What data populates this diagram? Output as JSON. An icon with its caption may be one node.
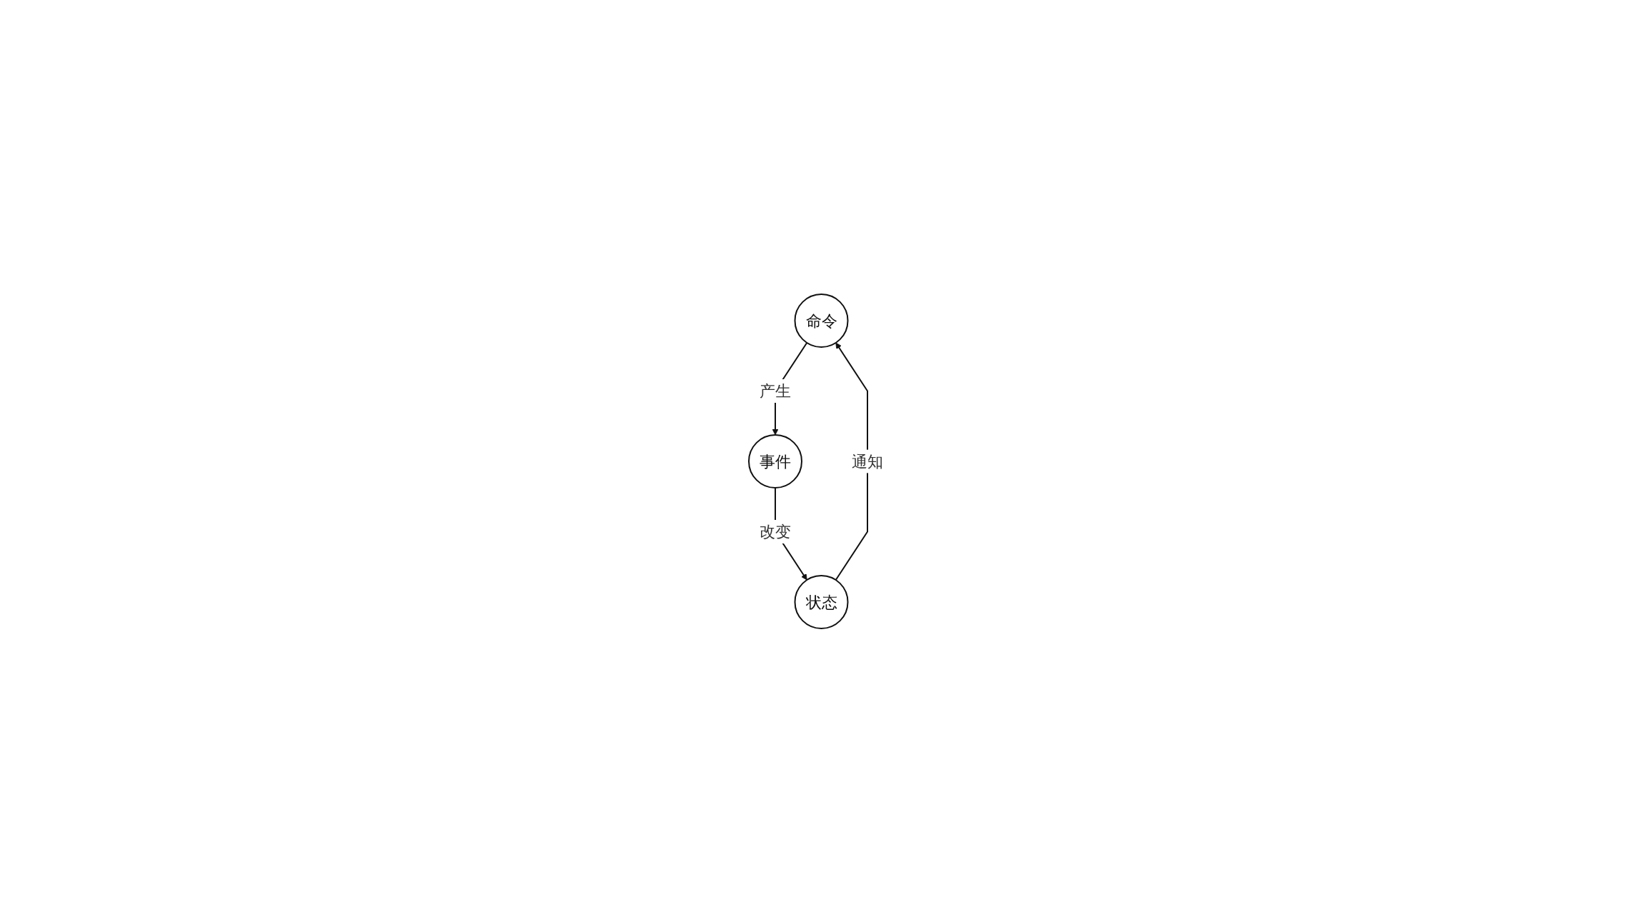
{
  "diagram": {
    "nodes": [
      {
        "text": [
          "命令"
        ]
      },
      {
        "text": [
          "事件"
        ]
      },
      {
        "text": [
          "状态"
        ]
      }
    ],
    "edges": [
      {
        "from": 0,
        "to": 1,
        "label": "产生",
        "arrow": "to"
      },
      {
        "from": 1,
        "to": 2,
        "label": "改变",
        "arrow": "to"
      },
      {
        "from": 2,
        "to": 0,
        "label": "通知",
        "arrow": "to"
      }
    ]
  }
}
